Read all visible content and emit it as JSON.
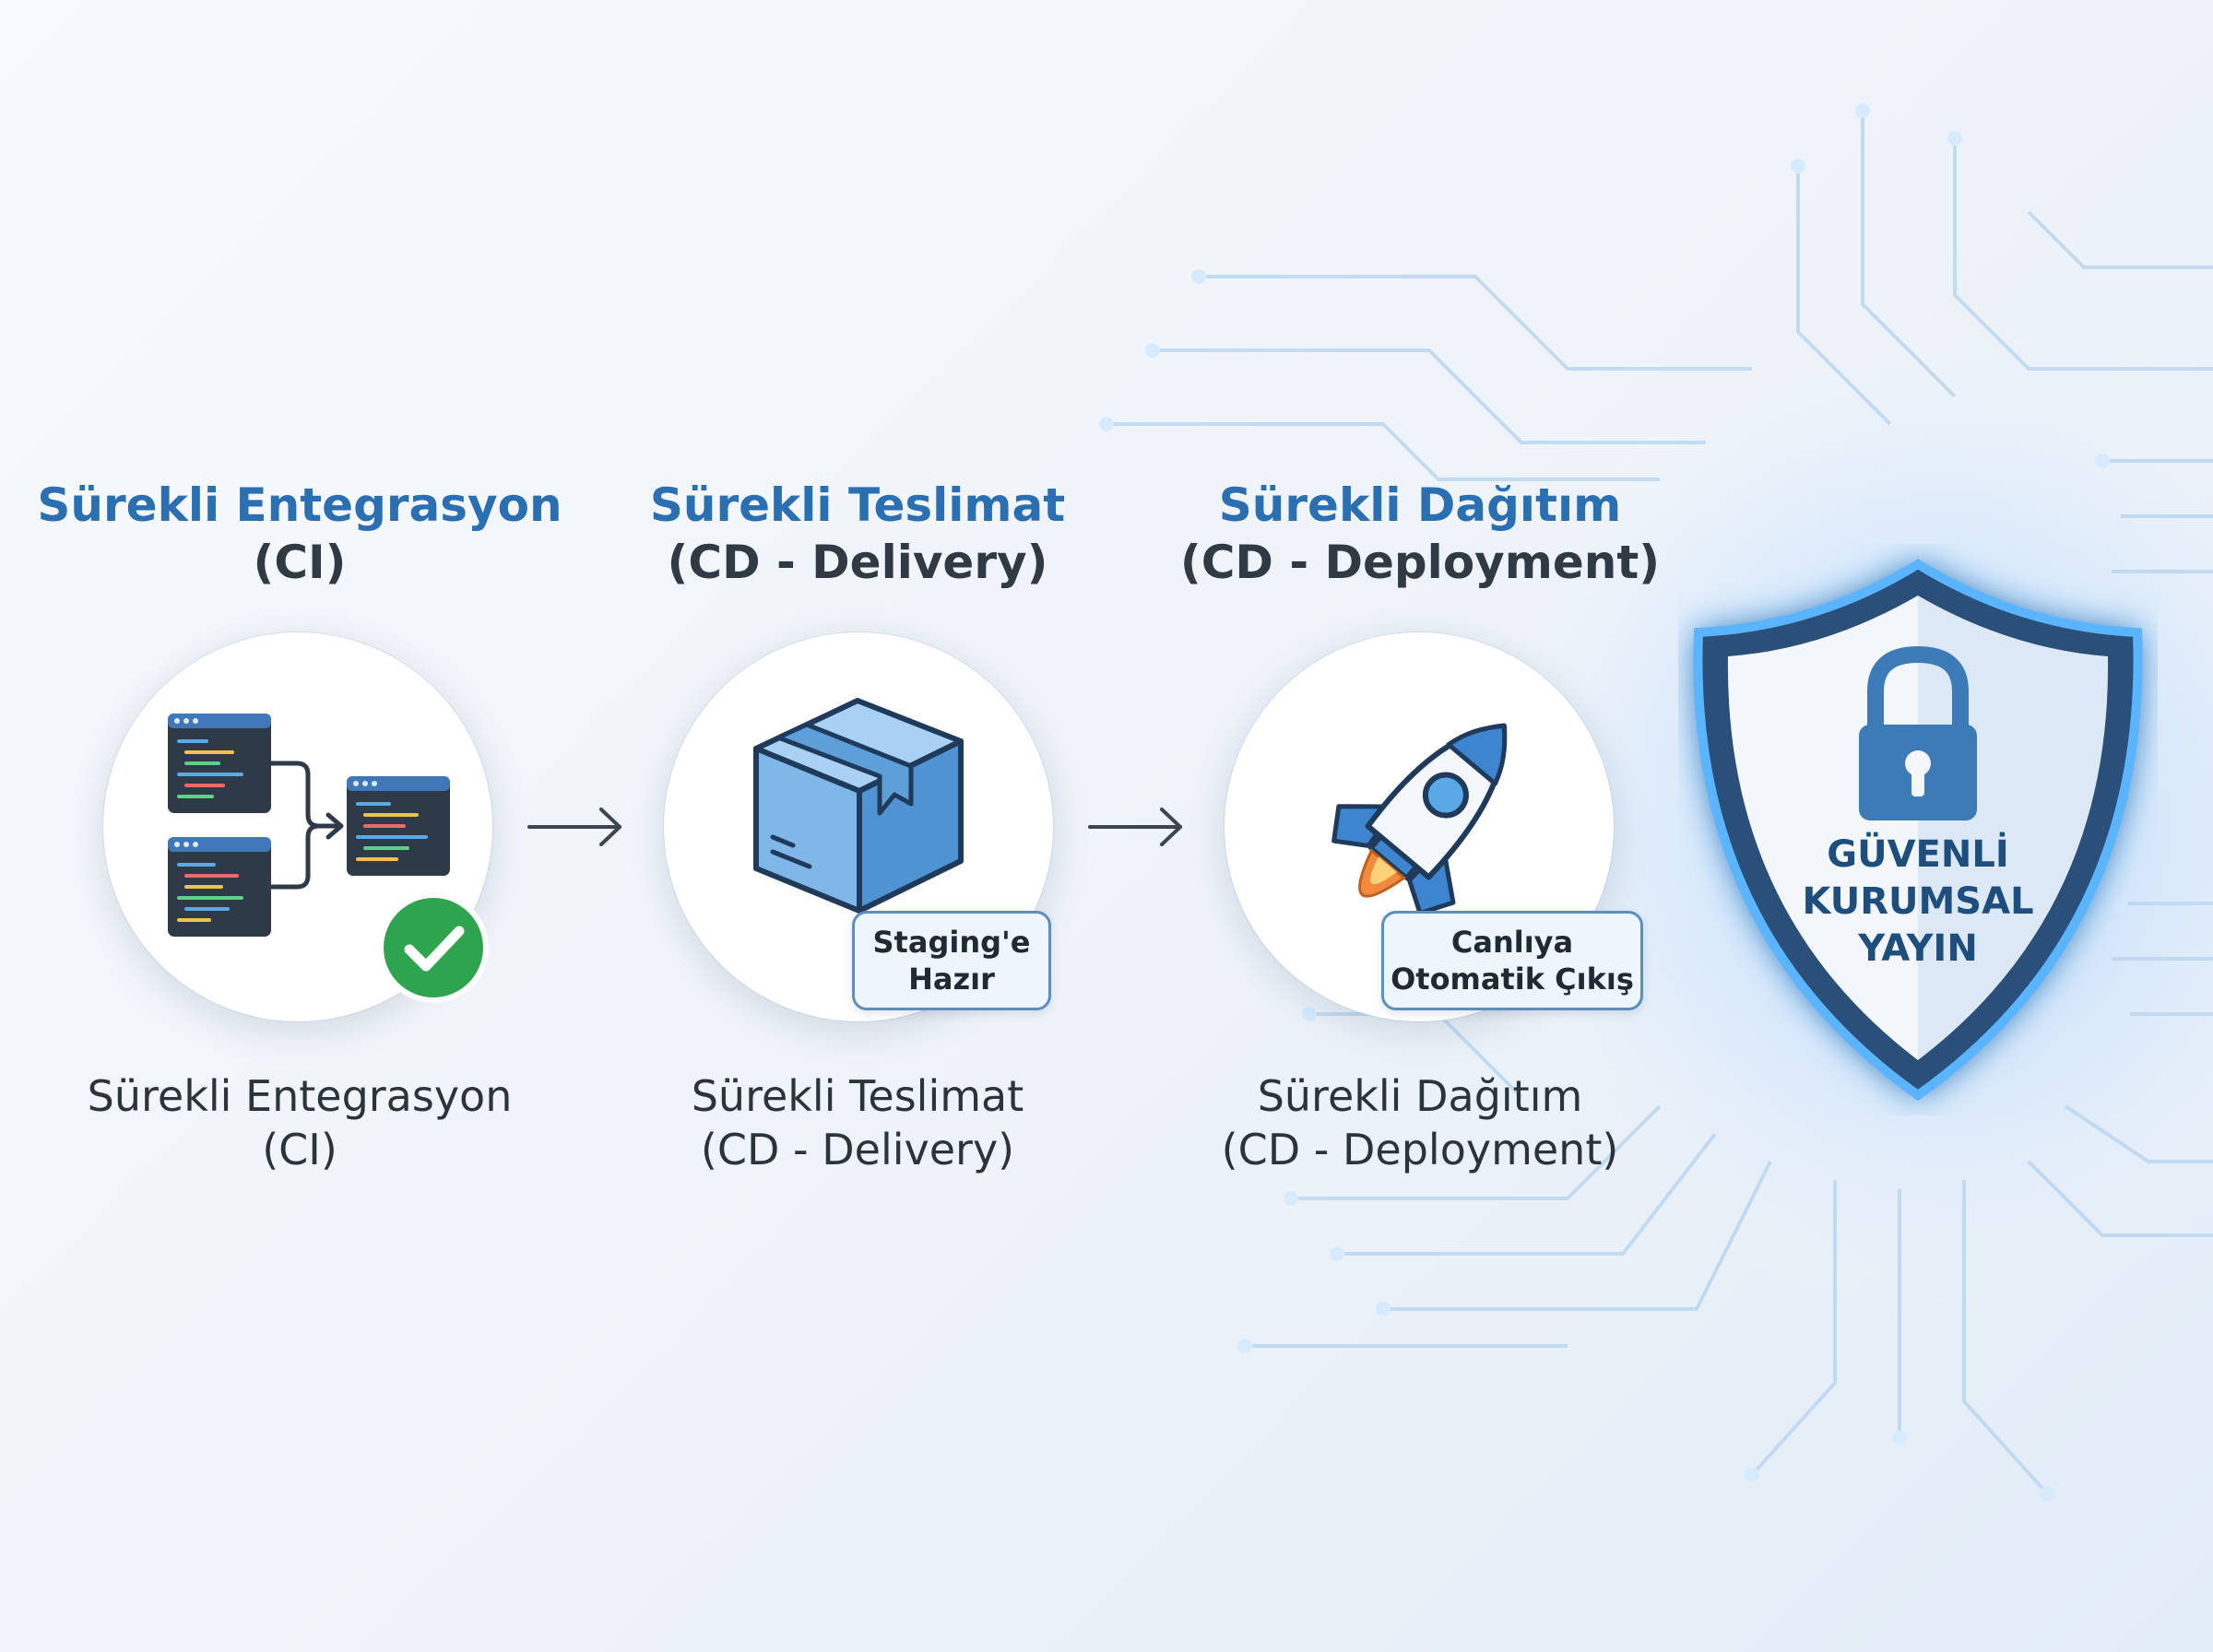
{
  "stages": [
    {
      "title_line1": "Sürekli Entegrasyon",
      "title_line2": "(CI)",
      "caption_line1": "Sürekli Entegrasyon",
      "caption_line2": "(CI)",
      "icon": "code-merge-icon",
      "status_icon": "check-circle-icon"
    },
    {
      "title_line1": "Sürekli Teslimat",
      "title_line2": "(CD - Delivery)",
      "caption_line1": "Sürekli Teslimat",
      "caption_line2": "(CD - Delivery)",
      "icon": "package-box-icon",
      "badge_line1": "Staging'e",
      "badge_line2": "Hazır"
    },
    {
      "title_line1": "Sürekli Dağıtım",
      "title_line2": "(CD - Deployment)",
      "caption_line1": "Sürekli Dağıtım",
      "caption_line2": "(CD - Deployment)",
      "icon": "rocket-icon",
      "badge_line1": "Canlıya",
      "badge_line2": "Otomatik Çıkış"
    }
  ],
  "shield": {
    "icon": "padlock-icon",
    "line1": "GÜVENLİ",
    "line2": "KURUMSAL",
    "line3": "YAYIN"
  },
  "colors": {
    "title_blue": "#2a6fb2",
    "dark_text": "#2f3a45",
    "success_green": "#2ea44f",
    "box_blue": "#5d9fd8",
    "shield_navy": "#2a4f78",
    "shield_glow": "#5ab4ff",
    "rocket_flame": "#f08a3c"
  }
}
